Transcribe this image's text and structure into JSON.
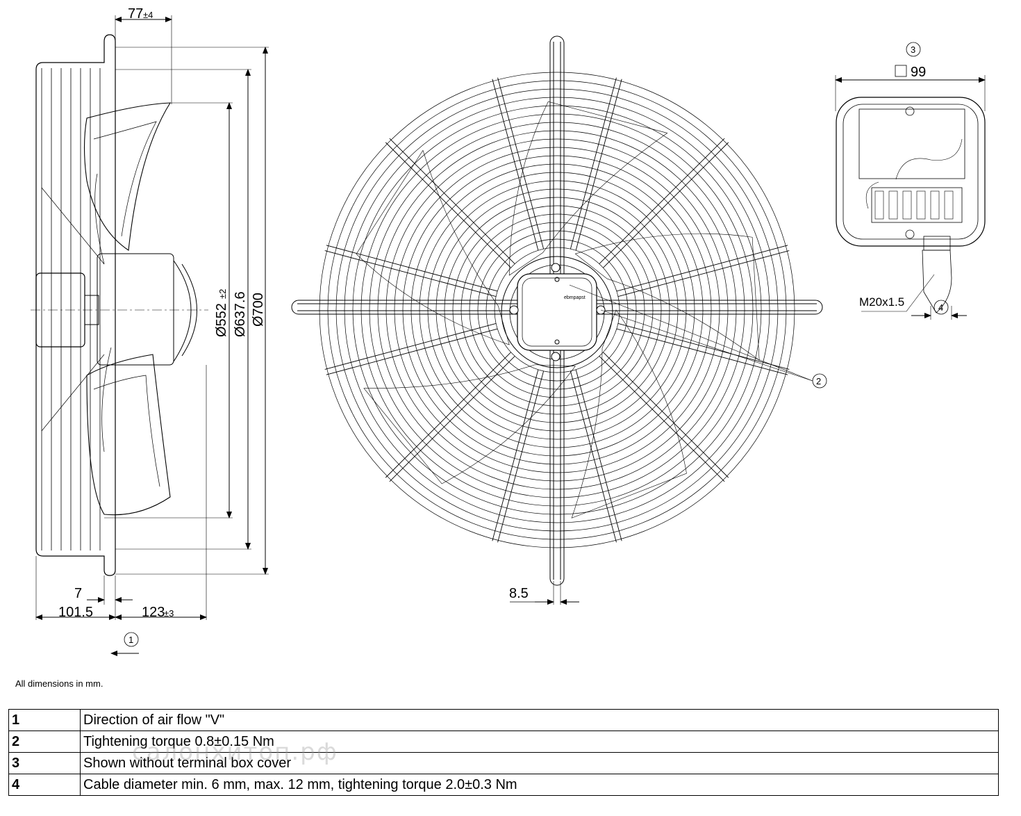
{
  "dimensions": {
    "side_top": "77",
    "side_top_tol": "±4",
    "d552": "Ø552",
    "d552_tol": "±2",
    "d637": "Ø637.6",
    "d700": "Ø700",
    "bottom_7": "7",
    "bottom_101": "101.5",
    "bottom_123": "123",
    "bottom_123_tol": "±3",
    "front_85": "8.5",
    "box_99": "99",
    "thread": "M20x1.5"
  },
  "callouts": {
    "c1": "1",
    "c2": "2",
    "c3": "3",
    "c4": "4",
    "brand": "ebmpapst"
  },
  "note": "All dimensions in mm.",
  "legend": [
    {
      "num": "1",
      "text": "Direction of air flow \"V\""
    },
    {
      "num": "2",
      "text": "Tightening torque 0.8±0.15 Nm"
    },
    {
      "num": "3",
      "text": "Shown without terminal box cover"
    },
    {
      "num": "4",
      "text": "Cable diameter min. 6 mm, max. 12 mm, tightening torque 2.0±0.3 Nm"
    }
  ],
  "watermark": "салонхитоп.рф"
}
